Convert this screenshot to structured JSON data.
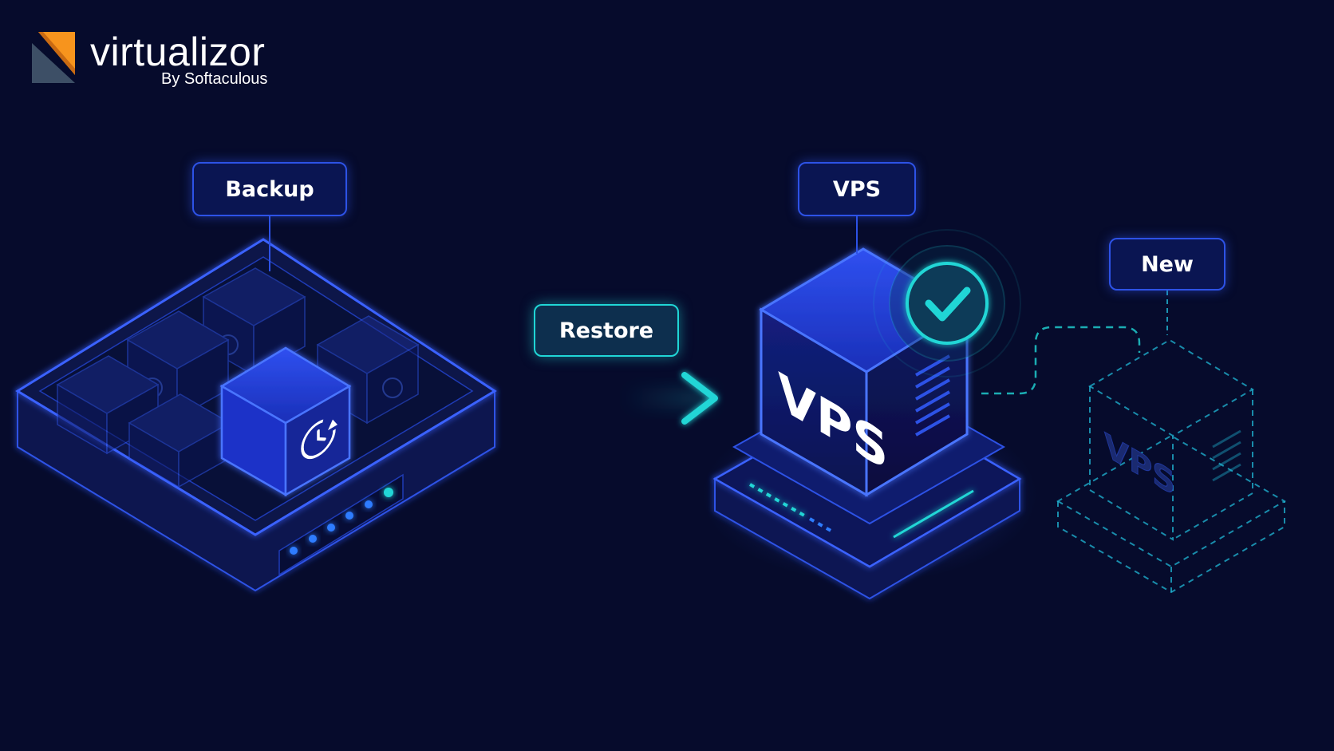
{
  "brand": {
    "name": "virtualizor",
    "byline": "By Softaculous",
    "colors": {
      "orange": "#f7941d",
      "slate": "#3d4f66"
    }
  },
  "diagram": {
    "nodes": {
      "backup": {
        "label": "Backup"
      },
      "vps": {
        "label": "VPS",
        "box_text": "VPS"
      },
      "new": {
        "label": "New",
        "box_text": "VPS"
      }
    },
    "edges": {
      "restore": {
        "label": "Restore"
      }
    }
  },
  "colors": {
    "background": "#060b2c",
    "accent_blue": "#2d52e6",
    "accent_teal": "#20d6d6"
  }
}
